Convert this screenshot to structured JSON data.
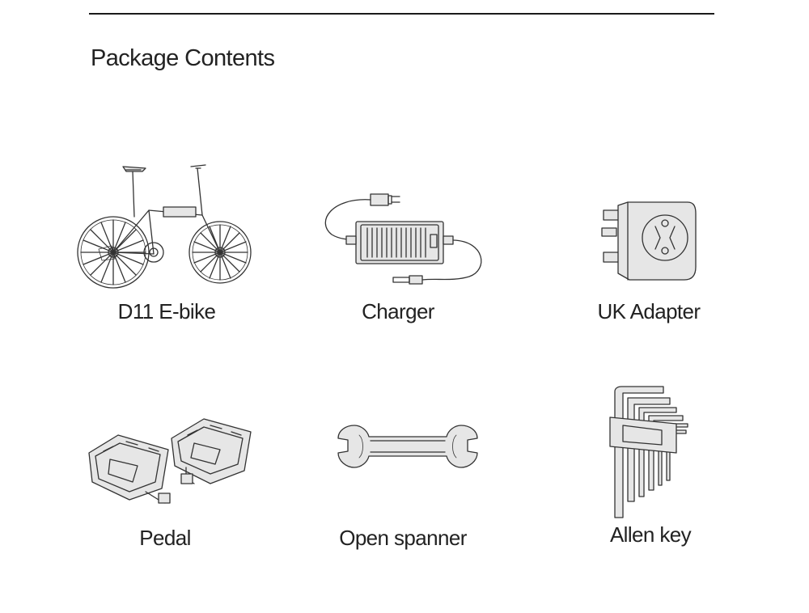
{
  "header": {
    "title": "Package Contents"
  },
  "items": [
    {
      "label": "D11 E-bike",
      "icon": "ebike-icon"
    },
    {
      "label": "Charger",
      "icon": "charger-icon"
    },
    {
      "label": "UK Adapter",
      "icon": "uk-adapter-icon"
    },
    {
      "label": "Pedal",
      "icon": "pedal-icon"
    },
    {
      "label": "Open spanner",
      "icon": "open-spanner-icon"
    },
    {
      "label": "Allen key",
      "icon": "allen-key-icon"
    }
  ]
}
